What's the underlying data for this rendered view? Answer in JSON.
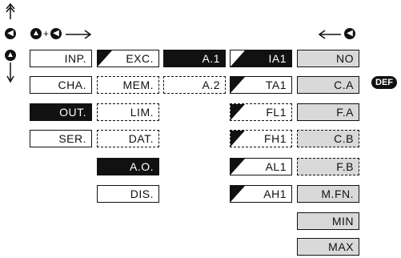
{
  "header": {
    "plus_sign": "+",
    "def_badge": "DEF"
  },
  "icons": {
    "up_double_arrow": "up-double-arrow-icon",
    "left_button": "left-button-icon",
    "up_button": "up-button-icon",
    "down_arrow": "down-arrow-icon",
    "right_arrow": "right-arrow-icon",
    "left_arrow": "left-arrow-icon"
  },
  "colors": {
    "dark": "#111111",
    "gray": "#d9d9d9",
    "white": "#ffffff"
  },
  "col1": [
    "INP.",
    "CHA.",
    "OUT.",
    "SER."
  ],
  "col2": [
    "EXC.",
    "MEM.",
    "LIM.",
    "DAT.",
    "A.O.",
    "DIS."
  ],
  "col3": [
    "A.1",
    "A.2"
  ],
  "col4": [
    "IA1",
    "TA1",
    "FL1",
    "FH1",
    "AL1",
    "AH1"
  ],
  "col5": [
    "NO",
    "C.A",
    "F.A",
    "C.B",
    "F.B",
    "M.FN.",
    "MIN",
    "MAX"
  ]
}
